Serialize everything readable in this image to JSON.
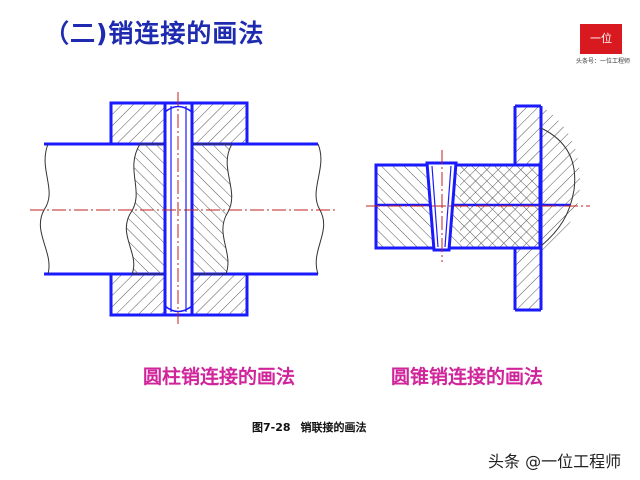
{
  "slide": {
    "title": "（二)销连接的画法"
  },
  "logo": {
    "mark": "一位",
    "subtitle": "头条号：一位工程师"
  },
  "captions": {
    "cylindrical_pin": "圆柱销连接的画法",
    "taper_pin": "圆锥销连接的画法"
  },
  "figure": {
    "number": "图7-28",
    "title": "销联接的画法"
  },
  "source": {
    "text": "头条 @一位工程师"
  },
  "colors": {
    "outline": "#1a1aff",
    "centerline": "#c02020",
    "hatch": "#555555",
    "title": "#1e2ab0",
    "caption": "#d0249a"
  }
}
